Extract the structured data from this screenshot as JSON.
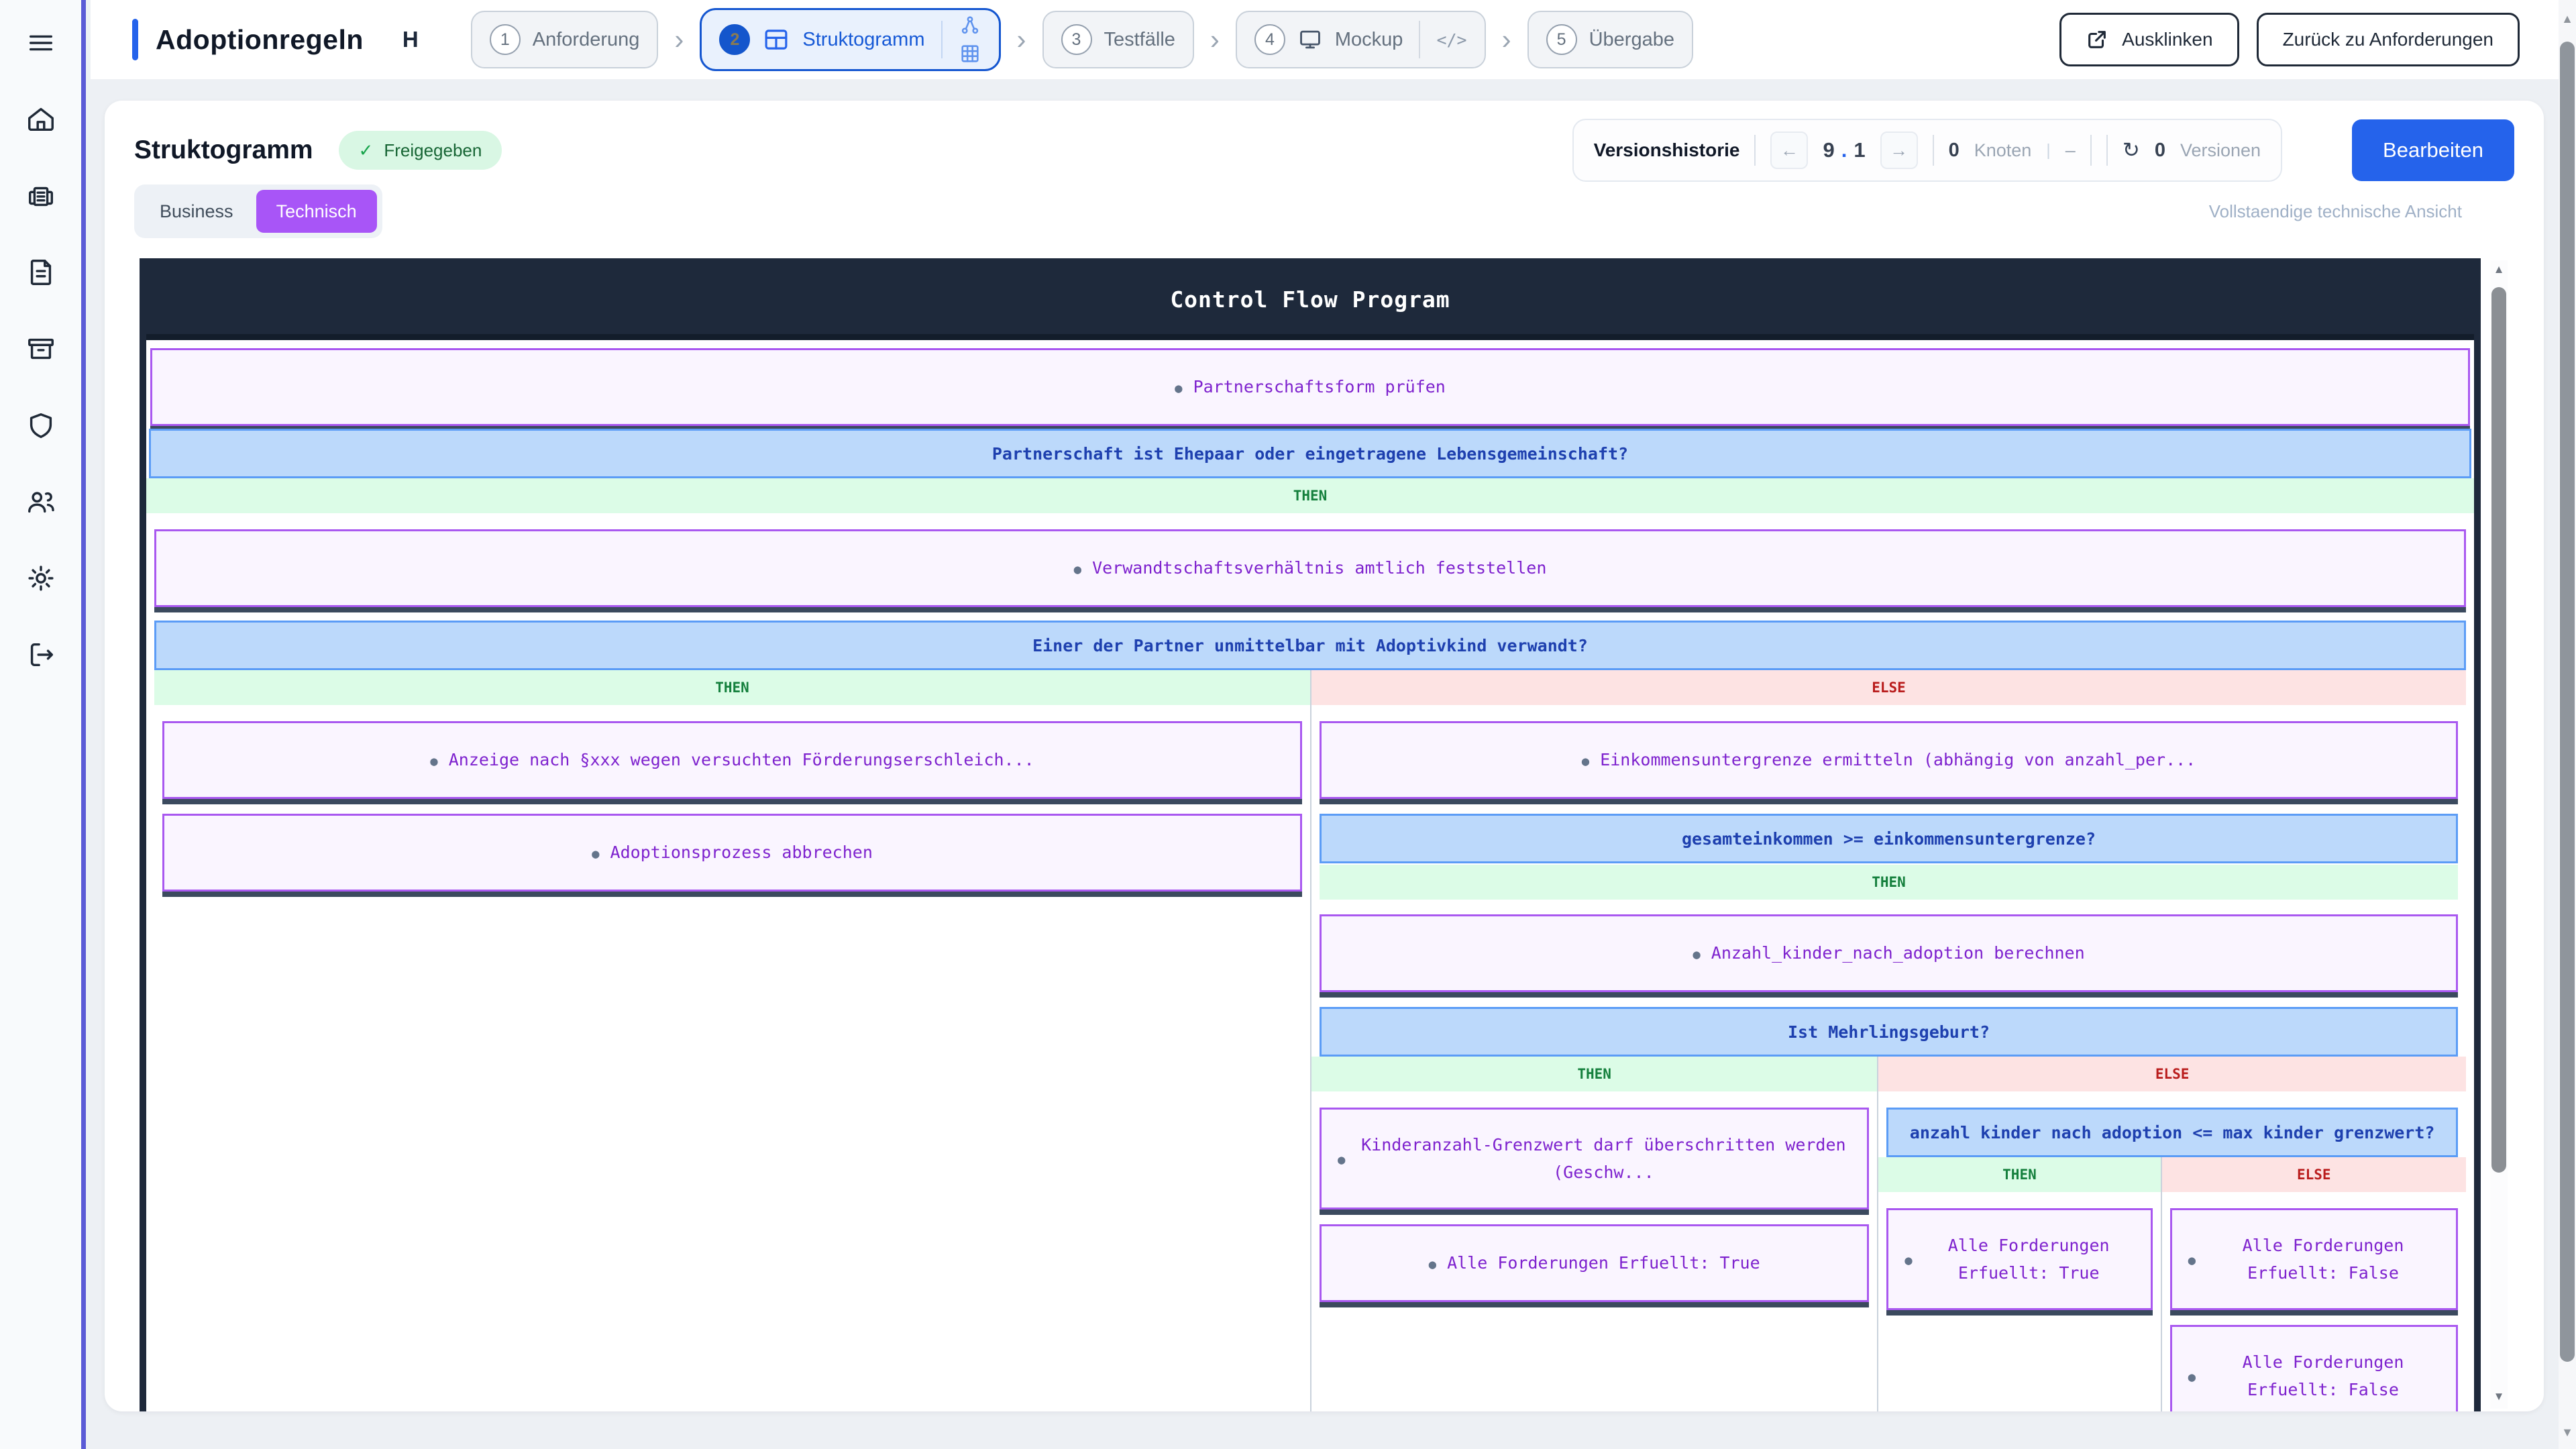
{
  "colors": {
    "accent_blue": "#2563eb",
    "active_step_blue": "#1456d0",
    "sidebar_border": "#5b5bd6",
    "purple_action_border": "#a958f0",
    "purple_action_text": "#7e22ce",
    "condition_bg": "#bcd9fb",
    "condition_text": "#1e40af",
    "then_green": "#15803d",
    "else_red": "#b91c1c",
    "badge_green_bg": "#d9f7e4",
    "dark_frame": "#1e293b",
    "technisch_purple": "#a855f7"
  },
  "icons": {
    "chevron": "›",
    "arrow_left": "←",
    "arrow_right": "→",
    "refresh": "↻",
    "check": "✓",
    "code_slash": "</>",
    "pipe": "|",
    "scroll_up": "▲",
    "scroll_down": "▼"
  },
  "header": {
    "title": "Adoptionregeln",
    "tag": "H",
    "ausklinken": "Ausklinken",
    "zurueck": "Zurück zu Anforderungen"
  },
  "stepper": {
    "steps": [
      {
        "num": "1",
        "label": "Anforderung"
      },
      {
        "num": "2",
        "label": "Struktogramm"
      },
      {
        "num": "3",
        "label": "Testfälle"
      },
      {
        "num": "4",
        "label": "Mockup"
      },
      {
        "num": "5",
        "label": "Übergabe"
      }
    ]
  },
  "toolbar": {
    "heading": "Struktogramm",
    "status": "Freigegeben",
    "edit": "Bearbeiten",
    "view_business": "Business",
    "view_technical": "Technisch",
    "view_hint": "Vollstaendige technische Ansicht"
  },
  "versions": {
    "label": "Versionshistorie",
    "major": "9",
    "separator": ".",
    "minor": "1",
    "node_count": "0",
    "node_label": "Knoten",
    "dash": "–",
    "version_count": "0",
    "version_label": "Versionen"
  },
  "diagram": {
    "title": "Control Flow Program",
    "then": "THEN",
    "else": "ELSE",
    "nodes": {
      "a1": "Partnerschaftsform prüfen",
      "c1": "Partnerschaft ist Ehepaar oder eingetragene Lebensgemeinschaft?",
      "a2": "Verwandtschaftsverhältnis amtlich feststellen",
      "c2": "Einer der Partner unmittelbar mit Adoptivkind verwandt?",
      "a3": "Anzeige nach §xxx wegen versuchten Förderungserschleich...",
      "a4": "Adoptionsprozess abbrechen",
      "a5": "Einkommensuntergrenze ermitteln (abhängig von anzahl_per...",
      "c3": "gesamteinkommen >= einkommensuntergrenze?",
      "a6": "Anzahl_kinder_nach_adoption berechnen",
      "c4": "Ist Mehrlingsgeburt?",
      "a7": "Kinderanzahl-Grenzwert darf überschritten werden (Geschw...",
      "a8": "Alle Forderungen Erfuellt: True",
      "c5": "anzahl kinder nach adoption <= max kinder grenzwert?",
      "a9": "Alle Forderungen Erfuellt: True",
      "a10": "Alle Forderungen Erfuellt: False",
      "a11": "Alle Forderungen Erfuellt: False"
    }
  }
}
